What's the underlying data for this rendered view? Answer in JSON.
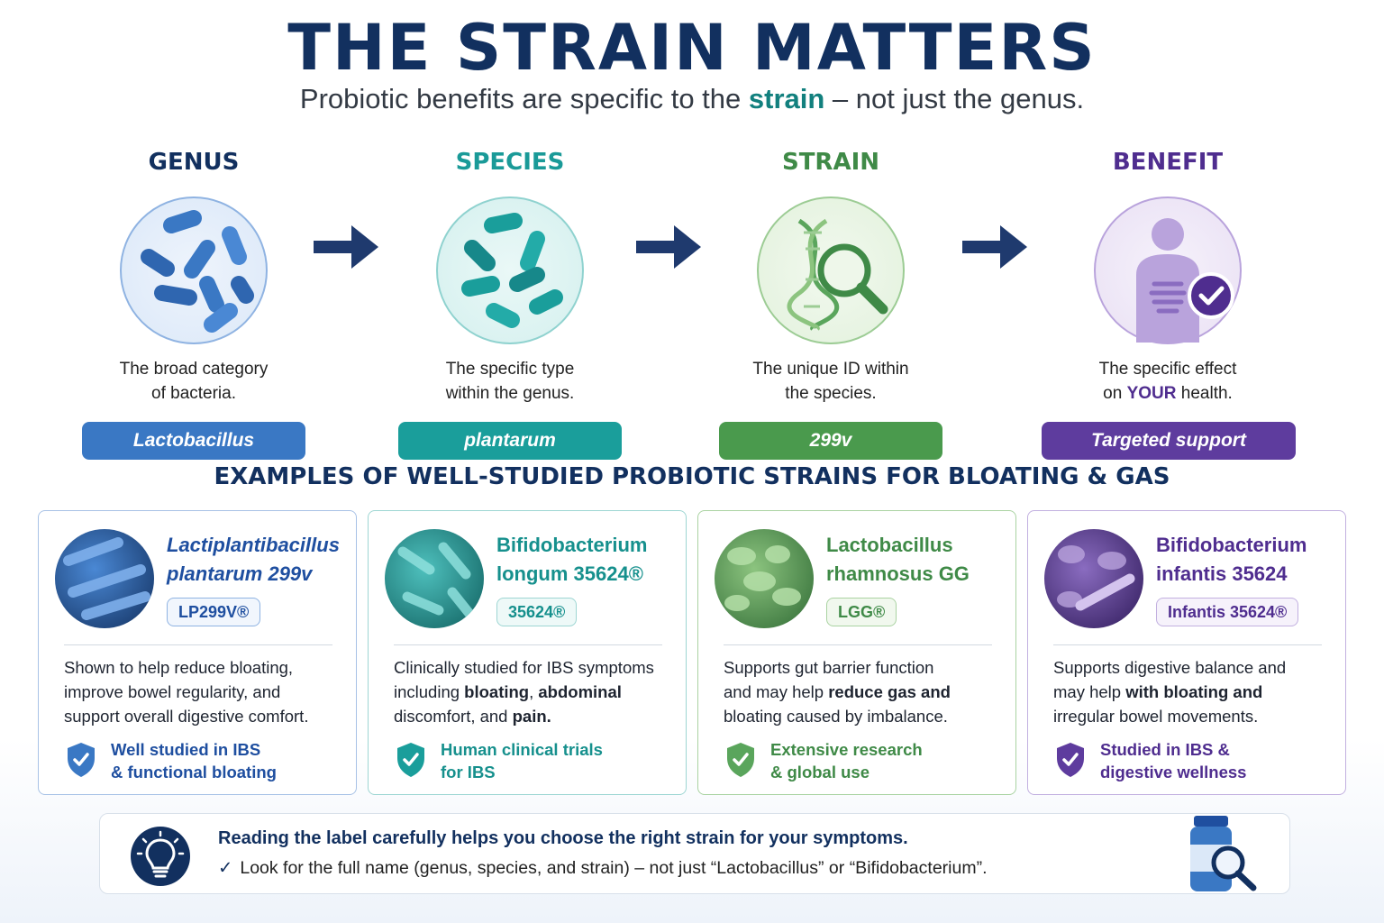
{
  "title": "THE STRAIN MATTERS",
  "subtitle": {
    "before": "Probiotic benefits are specific to the ",
    "highlight": "strain",
    "after": " – not just the genus."
  },
  "steps": [
    {
      "title": "GENUS",
      "desc_line1": "The broad category",
      "desc_line2": "of bacteria.",
      "pill": "Lactobacillus",
      "color": "#12305f",
      "pill_color": "#3a78c4"
    },
    {
      "title": "SPECIES",
      "desc_line1": "The specific type",
      "desc_line2": "within the genus.",
      "pill": "plantarum",
      "color": "#1a9a98",
      "pill_color": "#1a9e9b"
    },
    {
      "title": "STRAIN",
      "desc_line1": "The unique ID within",
      "desc_line2": "the species.",
      "pill": "299v",
      "color": "#3f8a47",
      "pill_color": "#4a9a4d"
    },
    {
      "title": "BENEFIT",
      "desc_line1": "The specific effect",
      "desc_line2_pre": "on ",
      "desc_line2_bold": "YOUR",
      "desc_line2_post": " health.",
      "pill": "Targeted support",
      "color": "#4f2d8f",
      "pill_color": "#5e3c9e"
    }
  ],
  "section_title": "EXAMPLES OF WELL-STUDIED PROBIOTIC STRAINS FOR BLOATING & GAS",
  "cards": [
    {
      "name_line1": "Lactiplantibacillus",
      "name_line2": "plantarum 299v",
      "badge": "LP299V®",
      "body": [
        {
          "t": "Shown to help reduce bloating,"
        },
        {
          "t": "improve bowel regularity, and"
        },
        {
          "t": "support overall digestive comfort."
        }
      ],
      "foot_line1": "Well studied in IBS",
      "foot_line2": "& functional bloating",
      "color": "#1f4fa0",
      "accent": "#3a78c4"
    },
    {
      "name_line1": "Bifidobacterium",
      "name_line2": "longum 35624®",
      "badge": "35624®",
      "body_line1": "Clinically studied for IBS symptoms",
      "body_line2_pre": "including ",
      "body_line2_b1": "bloating",
      "body_line2_mid": ", ",
      "body_line2_b2": "abdominal",
      "body_line3_pre": "discomfort, and ",
      "body_line3_b": "pain.",
      "foot_line1": "Human clinical trials",
      "foot_line2": "for IBS",
      "color": "#16908d",
      "accent": "#1a9e9b"
    },
    {
      "name_line1": "Lactobacillus",
      "name_line2": "rhamnosus GG",
      "badge": "LGG®",
      "body_line1": "Supports gut barrier function",
      "body_line2_pre": "and may help ",
      "body_line2_b": "reduce gas and",
      "body_line3": "bloating caused by imbalance.",
      "foot_line1": "Extensive research",
      "foot_line2": "& global use",
      "color": "#3f8a47",
      "accent": "#5aa55c"
    },
    {
      "name_line1": "Bifidobacterium",
      "name_line2": "infantis 35624",
      "badge": "Infantis 35624®",
      "body_line1": "Supports digestive balance and",
      "body_line2_pre": "may help ",
      "body_line2_b": "with bloating and",
      "body_line3": "irregular bowel movements.",
      "foot_line1": "Studied in IBS &",
      "foot_line2": "digestive wellness",
      "color": "#4f2d8f",
      "accent": "#6b4aab"
    }
  ],
  "tip": {
    "headline": "Reading the label carefully helps you choose the right strain for your symptoms.",
    "check": "✓",
    "detail": "Look for the full name (genus, species, and strain) – not just “Lactobacillus” or “Bifidobacterium”."
  },
  "icons": {
    "genus": "rod-bacteria-icon",
    "species": "teal-bacteria-icon",
    "strain": "dna-magnifier-icon",
    "benefit": "body-checkmark-icon",
    "arrow": "arrow-right-icon",
    "shield": "shield-check-icon",
    "bulb": "lightbulb-icon",
    "bottle": "supplement-bottle-magnifier-icon"
  }
}
